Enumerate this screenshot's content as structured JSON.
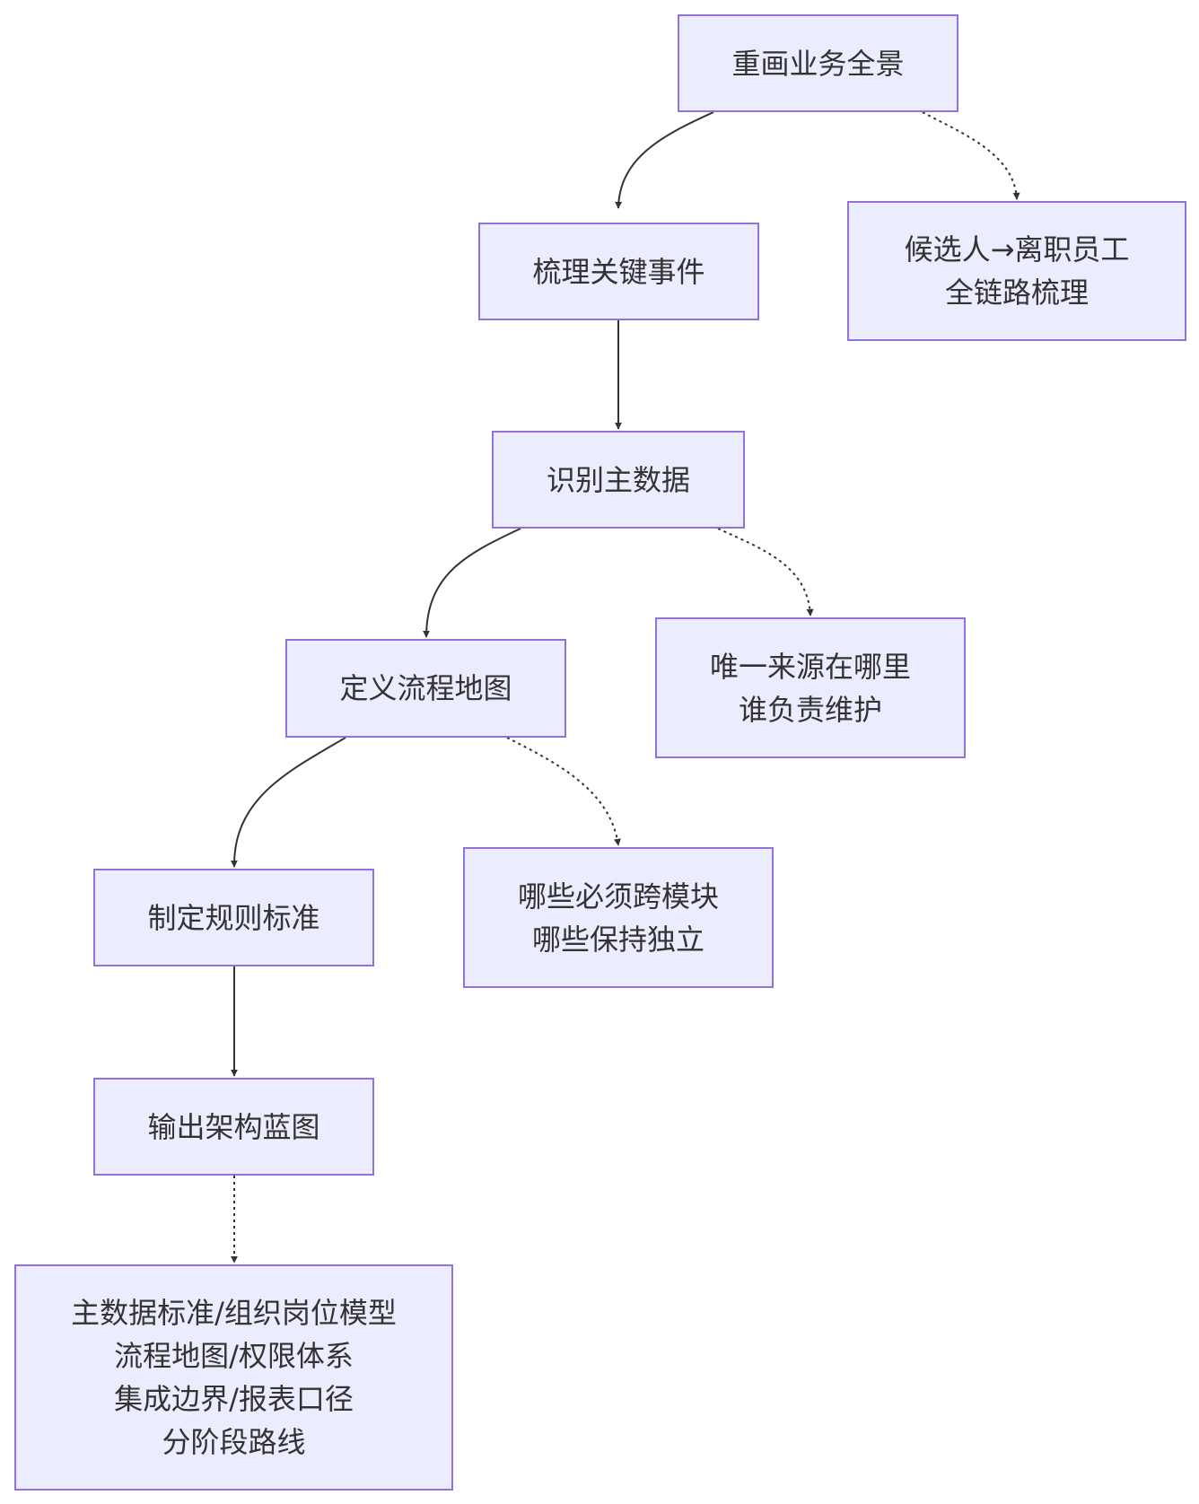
{
  "colors": {
    "node_fill": "#ececff",
    "node_border": "#9370db",
    "text": "#333333",
    "edge": "#333333"
  },
  "nodes": {
    "overview": {
      "lines": [
        "重画业务全景"
      ]
    },
    "key_events": {
      "lines": [
        "梳理关键事件"
      ]
    },
    "candidate": {
      "lines": [
        "候选人→离职员工",
        "全链路梳理"
      ]
    },
    "master_data": {
      "lines": [
        "识别主数据"
      ]
    },
    "process_map": {
      "lines": [
        "定义流程地图"
      ]
    },
    "single_source": {
      "lines": [
        "唯一来源在哪里",
        "谁负责维护"
      ]
    },
    "rules": {
      "lines": [
        "制定规则标准"
      ]
    },
    "cross_module": {
      "lines": [
        "哪些必须跨模块",
        "哪些保持独立"
      ]
    },
    "blueprint": {
      "lines": [
        "输出架构蓝图"
      ]
    },
    "deliverables": {
      "lines": [
        "主数据标准/组织岗位模型",
        "流程地图/权限体系",
        "集成边界/报表口径",
        "分阶段路线"
      ]
    }
  },
  "edges": [
    {
      "from": "overview",
      "to": "key_events",
      "style": "solid"
    },
    {
      "from": "overview",
      "to": "candidate",
      "style": "dotted"
    },
    {
      "from": "key_events",
      "to": "master_data",
      "style": "solid"
    },
    {
      "from": "master_data",
      "to": "process_map",
      "style": "solid"
    },
    {
      "from": "master_data",
      "to": "single_source",
      "style": "dotted"
    },
    {
      "from": "process_map",
      "to": "rules",
      "style": "solid"
    },
    {
      "from": "process_map",
      "to": "cross_module",
      "style": "dotted"
    },
    {
      "from": "rules",
      "to": "blueprint",
      "style": "solid"
    },
    {
      "from": "blueprint",
      "to": "deliverables",
      "style": "dotted"
    }
  ]
}
